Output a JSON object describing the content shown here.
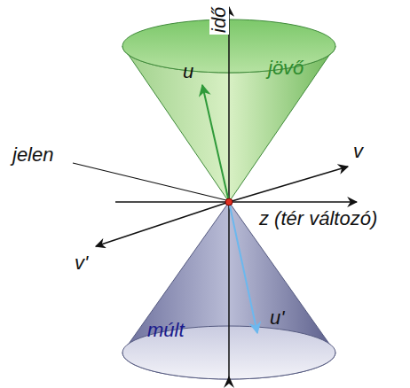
{
  "diagram": {
    "labels": [
      "idő",
      "jövő",
      "u",
      "jelen",
      "v",
      "z (tér változó)",
      "v'",
      "múlt",
      "u'"
    ]
  }
}
